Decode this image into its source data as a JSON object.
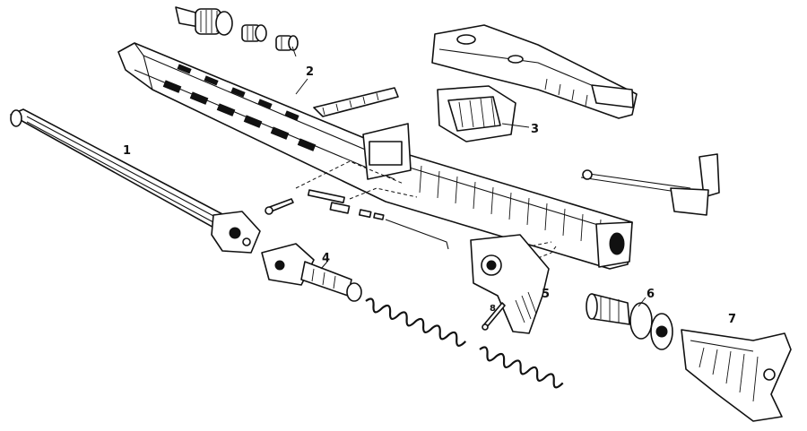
{
  "labels": {
    "barrel": "1",
    "receiver": "2",
    "feed_cover": "3",
    "bolt": "4",
    "trigger_group": "5",
    "buffer": "6",
    "stock": "7",
    "pin": "8"
  }
}
